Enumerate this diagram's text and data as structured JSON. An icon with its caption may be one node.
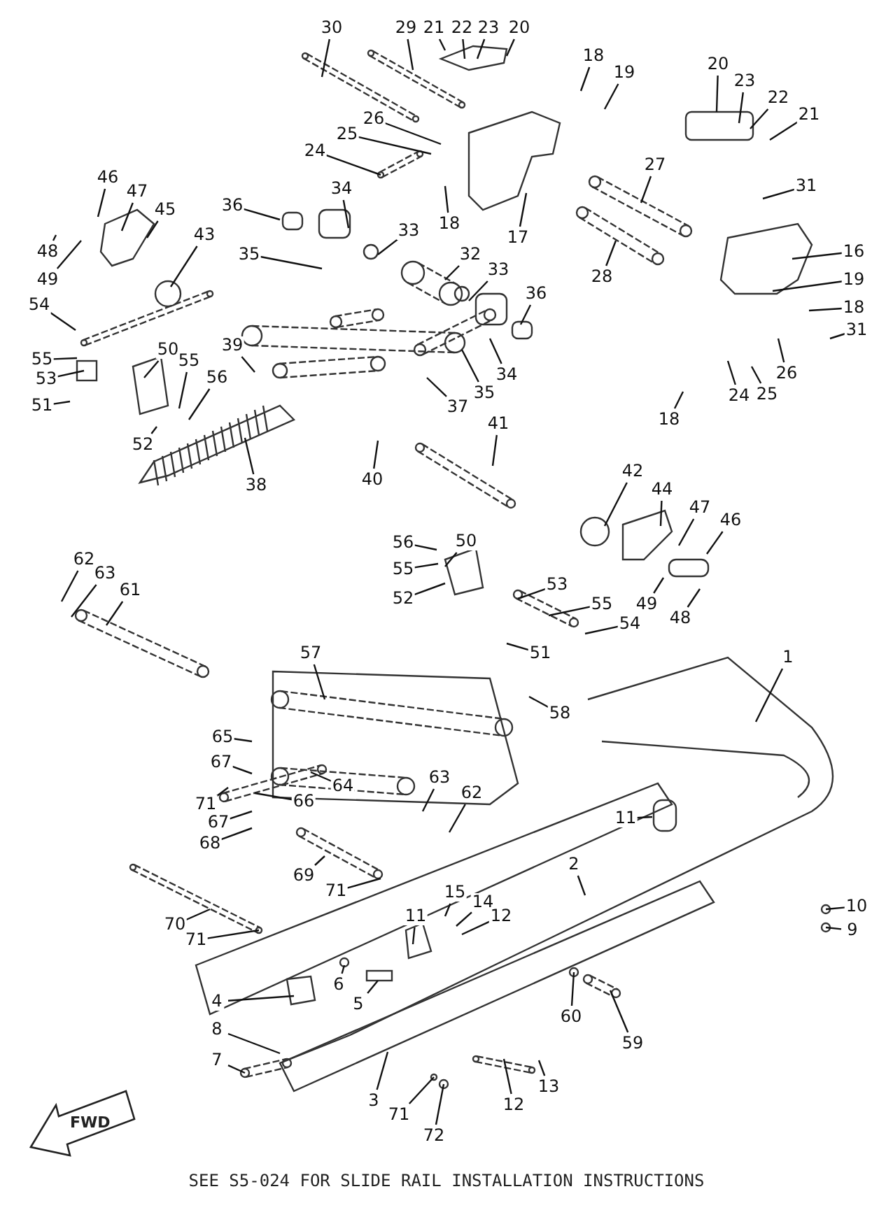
{
  "diagram": {
    "caption": "SEE S5-024 FOR SLIDE RAIL INSTALLATION INSTRUCTIONS",
    "nodes": [
      {
        "text": [
          "30"
        ]
      },
      {
        "text": [
          "29"
        ]
      },
      {
        "text": [
          "21"
        ]
      },
      {
        "text": [
          "22"
        ]
      },
      {
        "text": [
          "23"
        ]
      },
      {
        "text": [
          "20"
        ]
      },
      {
        "text": [
          "18"
        ]
      },
      {
        "text": [
          "19"
        ]
      },
      {
        "text": [
          "20"
        ]
      },
      {
        "text": [
          "23"
        ]
      },
      {
        "text": [
          "22"
        ]
      },
      {
        "text": [
          "21"
        ]
      },
      {
        "text": [
          "26"
        ]
      },
      {
        "text": [
          "25"
        ]
      },
      {
        "text": [
          "24"
        ]
      },
      {
        "text": [
          "31"
        ]
      },
      {
        "text": [
          "18"
        ]
      },
      {
        "text": [
          "17"
        ]
      },
      {
        "text": [
          "27"
        ]
      },
      {
        "text": [
          "34"
        ]
      },
      {
        "text": [
          "36"
        ]
      },
      {
        "text": [
          "33"
        ]
      },
      {
        "text": [
          "35"
        ]
      },
      {
        "text": [
          "16"
        ]
      },
      {
        "text": [
          "19"
        ]
      },
      {
        "text": [
          "18"
        ]
      },
      {
        "text": [
          "28"
        ]
      },
      {
        "text": [
          "32"
        ]
      },
      {
        "text": [
          "33"
        ]
      },
      {
        "text": [
          "36"
        ]
      },
      {
        "text": [
          "34"
        ]
      },
      {
        "text": [
          "35"
        ]
      },
      {
        "text": [
          "37"
        ]
      },
      {
        "text": [
          "31"
        ]
      },
      {
        "text": [
          "26"
        ]
      },
      {
        "text": [
          "25"
        ]
      },
      {
        "text": [
          "24"
        ]
      },
      {
        "text": [
          "18"
        ]
      },
      {
        "text": [
          "46"
        ]
      },
      {
        "text": [
          "47"
        ]
      },
      {
        "text": [
          "45"
        ]
      },
      {
        "text": [
          "43"
        ]
      },
      {
        "text": [
          "48"
        ]
      },
      {
        "text": [
          "49"
        ]
      },
      {
        "text": [
          "54"
        ]
      },
      {
        "text": [
          "55"
        ]
      },
      {
        "text": [
          "53"
        ]
      },
      {
        "text": [
          "51"
        ]
      },
      {
        "text": [
          "50"
        ]
      },
      {
        "text": [
          "55"
        ]
      },
      {
        "text": [
          "56"
        ]
      },
      {
        "text": [
          "52"
        ]
      },
      {
        "text": [
          "39"
        ]
      },
      {
        "text": [
          "40"
        ]
      },
      {
        "text": [
          "38"
        ]
      },
      {
        "text": [
          "41"
        ]
      },
      {
        "text": [
          "42"
        ]
      },
      {
        "text": [
          "44"
        ]
      },
      {
        "text": [
          "47"
        ]
      },
      {
        "text": [
          "46"
        ]
      },
      {
        "text": [
          "56"
        ]
      },
      {
        "text": [
          "55"
        ]
      },
      {
        "text": [
          "52"
        ]
      },
      {
        "text": [
          "50"
        ]
      },
      {
        "text": [
          "53"
        ]
      },
      {
        "text": [
          "55"
        ]
      },
      {
        "text": [
          "54"
        ]
      },
      {
        "text": [
          "49"
        ]
      },
      {
        "text": [
          "48"
        ]
      },
      {
        "text": [
          "51"
        ]
      },
      {
        "text": [
          "62"
        ]
      },
      {
        "text": [
          "63"
        ]
      },
      {
        "text": [
          "61"
        ]
      },
      {
        "text": [
          "57"
        ]
      },
      {
        "text": [
          "58"
        ]
      },
      {
        "text": [
          "1"
        ]
      },
      {
        "text": [
          "65"
        ]
      },
      {
        "text": [
          "67"
        ]
      },
      {
        "text": [
          "64"
        ]
      },
      {
        "text": [
          "66"
        ]
      },
      {
        "text": [
          "71"
        ]
      },
      {
        "text": [
          "67"
        ]
      },
      {
        "text": [
          "68"
        ]
      },
      {
        "text": [
          "63"
        ]
      },
      {
        "text": [
          "62"
        ]
      },
      {
        "text": [
          "11"
        ]
      },
      {
        "text": [
          "69"
        ]
      },
      {
        "text": [
          "71"
        ]
      },
      {
        "text": [
          "2"
        ]
      },
      {
        "text": [
          "15"
        ]
      },
      {
        "text": [
          "14"
        ]
      },
      {
        "text": [
          "12"
        ]
      },
      {
        "text": [
          "11"
        ]
      },
      {
        "text": [
          "70"
        ]
      },
      {
        "text": [
          "71"
        ]
      },
      {
        "text": [
          "6"
        ]
      },
      {
        "text": [
          "5"
        ]
      },
      {
        "text": [
          "4"
        ]
      },
      {
        "text": [
          "10"
        ]
      },
      {
        "text": [
          "9"
        ]
      },
      {
        "text": [
          "60"
        ]
      },
      {
        "text": [
          "59"
        ]
      },
      {
        "text": [
          "8"
        ]
      },
      {
        "text": [
          "7"
        ]
      },
      {
        "text": [
          "3"
        ]
      },
      {
        "text": [
          "71"
        ]
      },
      {
        "text": [
          "72"
        ]
      },
      {
        "text": [
          "12"
        ]
      },
      {
        "text": [
          "13"
        ]
      }
    ],
    "edges": [
      {
        "from": 0,
        "to": null,
        "arrow": "none"
      },
      {
        "from": 1,
        "to": null,
        "arrow": "none"
      },
      {
        "from": 2,
        "to": null,
        "arrow": "none"
      },
      {
        "from": 3,
        "to": null,
        "arrow": "none"
      },
      {
        "from": 4,
        "to": null,
        "arrow": "none"
      },
      {
        "from": 5,
        "to": null,
        "arrow": "none"
      },
      {
        "from": 6,
        "to": null,
        "arrow": "none"
      },
      {
        "from": 7,
        "to": null,
        "arrow": "none"
      },
      {
        "from": 8,
        "to": null,
        "arrow": "none"
      },
      {
        "from": 9,
        "to": null,
        "arrow": "none"
      },
      {
        "from": 10,
        "to": null,
        "arrow": "none"
      },
      {
        "from": 11,
        "to": null,
        "arrow": "none"
      },
      {
        "from": 12,
        "to": null,
        "arrow": "none"
      },
      {
        "from": 13,
        "to": null,
        "arrow": "none"
      },
      {
        "from": 14,
        "to": null,
        "arrow": "none"
      },
      {
        "from": 15,
        "to": null,
        "arrow": "none"
      },
      {
        "from": 16,
        "to": null,
        "arrow": "none"
      },
      {
        "from": 17,
        "to": null,
        "arrow": "none"
      },
      {
        "from": 18,
        "to": null,
        "arrow": "none"
      },
      {
        "from": 19,
        "to": null,
        "arrow": "none"
      },
      {
        "from": 20,
        "to": null,
        "arrow": "none"
      },
      {
        "from": 21,
        "to": null,
        "arrow": "none"
      },
      {
        "from": 22,
        "to": null,
        "arrow": "none"
      },
      {
        "from": 23,
        "to": null,
        "arrow": "none"
      },
      {
        "from": 24,
        "to": null,
        "arrow": "none"
      },
      {
        "from": 25,
        "to": null,
        "arrow": "none"
      },
      {
        "from": 26,
        "to": null,
        "arrow": "none"
      },
      {
        "from": 27,
        "to": null,
        "arrow": "none"
      },
      {
        "from": 28,
        "to": null,
        "arrow": "none"
      },
      {
        "from": 29,
        "to": null,
        "arrow": "none"
      },
      {
        "from": 30,
        "to": null,
        "arrow": "none"
      },
      {
        "from": 31,
        "to": null,
        "arrow": "none"
      },
      {
        "from": 32,
        "to": null,
        "arrow": "none"
      },
      {
        "from": 33,
        "to": null,
        "arrow": "none"
      },
      {
        "from": 34,
        "to": null,
        "arrow": "none"
      },
      {
        "from": 35,
        "to": null,
        "arrow": "none"
      },
      {
        "from": 36,
        "to": null,
        "arrow": "none"
      },
      {
        "from": 37,
        "to": null,
        "arrow": "none"
      },
      {
        "from": 38,
        "to": null,
        "arrow": "none"
      },
      {
        "from": 39,
        "to": null,
        "arrow": "none"
      },
      {
        "from": 40,
        "to": null,
        "arrow": "none"
      },
      {
        "from": 41,
        "to": null,
        "arrow": "none"
      },
      {
        "from": 42,
        "to": null,
        "arrow": "none"
      },
      {
        "from": 43,
        "to": null,
        "arrow": "none"
      },
      {
        "from": 44,
        "to": null,
        "arrow": "none"
      },
      {
        "from": 45,
        "to": null,
        "arrow": "none"
      },
      {
        "from": 46,
        "to": null,
        "arrow": "none"
      },
      {
        "from": 47,
        "to": null,
        "arrow": "none"
      },
      {
        "from": 48,
        "to": null,
        "arrow": "none"
      },
      {
        "from": 49,
        "to": null,
        "arrow": "none"
      },
      {
        "from": 50,
        "to": null,
        "arrow": "none"
      },
      {
        "from": 51,
        "to": null,
        "arrow": "none"
      },
      {
        "from": 52,
        "to": null,
        "arrow": "none"
      },
      {
        "from": 53,
        "to": null,
        "arrow": "none"
      },
      {
        "from": 54,
        "to": null,
        "arrow": "none"
      },
      {
        "from": 55,
        "to": null,
        "arrow": "none"
      },
      {
        "from": 56,
        "to": null,
        "arrow": "none"
      },
      {
        "from": 57,
        "to": null,
        "arrow": "none"
      },
      {
        "from": 58,
        "to": null,
        "arrow": "none"
      },
      {
        "from": 59,
        "to": null,
        "arrow": "none"
      },
      {
        "from": 60,
        "to": null,
        "arrow": "none"
      },
      {
        "from": 61,
        "to": null,
        "arrow": "none"
      },
      {
        "from": 62,
        "to": null,
        "arrow": "none"
      },
      {
        "from": 63,
        "to": null,
        "arrow": "none"
      },
      {
        "from": 64,
        "to": null,
        "arrow": "none"
      },
      {
        "from": 65,
        "to": null,
        "arrow": "none"
      },
      {
        "from": 66,
        "to": null,
        "arrow": "none"
      },
      {
        "from": 67,
        "to": null,
        "arrow": "none"
      },
      {
        "from": 68,
        "to": null,
        "arrow": "none"
      },
      {
        "from": 69,
        "to": null,
        "arrow": "none"
      },
      {
        "from": 70,
        "to": null,
        "arrow": "none"
      },
      {
        "from": 71,
        "to": null,
        "arrow": "none"
      },
      {
        "from": 72,
        "to": null,
        "arrow": "none"
      },
      {
        "from": 73,
        "to": null,
        "arrow": "none"
      },
      {
        "from": 74,
        "to": null,
        "arrow": "none"
      },
      {
        "from": 75,
        "to": null,
        "arrow": "none"
      },
      {
        "from": 76,
        "to": null,
        "arrow": "none"
      },
      {
        "from": 77,
        "to": null,
        "arrow": "none"
      },
      {
        "from": 78,
        "to": null,
        "arrow": "none"
      },
      {
        "from": 79,
        "to": null,
        "arrow": "none"
      },
      {
        "from": 80,
        "to": null,
        "arrow": "none"
      },
      {
        "from": 81,
        "to": null,
        "arrow": "none"
      },
      {
        "from": 82,
        "to": null,
        "arrow": "none"
      },
      {
        "from": 83,
        "to": null,
        "arrow": "none"
      },
      {
        "from": 84,
        "to": null,
        "arrow": "none"
      },
      {
        "from": 85,
        "to": null,
        "arrow": "none"
      },
      {
        "from": 86,
        "to": null,
        "arrow": "none"
      },
      {
        "from": 87,
        "to": null,
        "arrow": "none"
      },
      {
        "from": 88,
        "to": null,
        "arrow": "none"
      },
      {
        "from": 89,
        "to": null,
        "arrow": "none"
      },
      {
        "from": 90,
        "to": null,
        "arrow": "none"
      },
      {
        "from": 91,
        "to": null,
        "arrow": "none"
      },
      {
        "from": 92,
        "to": null,
        "arrow": "none"
      },
      {
        "from": 93,
        "to": null,
        "arrow": "none"
      },
      {
        "from": 94,
        "to": null,
        "arrow": "none"
      },
      {
        "from": 95,
        "to": null,
        "arrow": "none"
      },
      {
        "from": 96,
        "to": null,
        "arrow": "none"
      },
      {
        "from": 97,
        "to": null,
        "arrow": "none"
      },
      {
        "from": 98,
        "to": null,
        "arrow": "none"
      },
      {
        "from": 99,
        "to": null,
        "arrow": "none"
      },
      {
        "from": 100,
        "to": null,
        "arrow": "none"
      },
      {
        "from": 101,
        "to": null,
        "arrow": "none"
      },
      {
        "from": 102,
        "to": null,
        "arrow": "none"
      },
      {
        "from": 103,
        "to": null,
        "arrow": "none"
      },
      {
        "from": 104,
        "to": null,
        "arrow": "none"
      },
      {
        "from": 105,
        "to": null,
        "arrow": "none"
      },
      {
        "from": 106,
        "to": null,
        "arrow": "none"
      },
      {
        "from": 107,
        "to": null,
        "arrow": "none"
      },
      {
        "from": 108,
        "to": null,
        "arrow": "none"
      }
    ],
    "labels": [
      "FWD"
    ]
  }
}
